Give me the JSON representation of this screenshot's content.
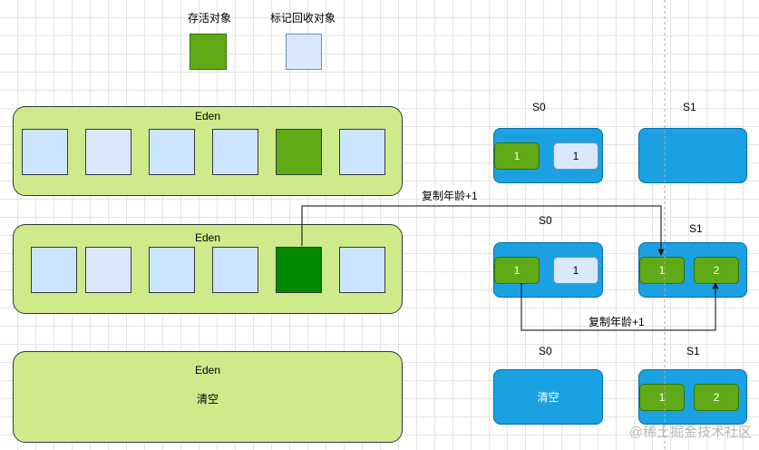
{
  "legend": {
    "live_label": "存活对象",
    "marked_label": "标记回收对象"
  },
  "rows": [
    {
      "eden_label": "Eden",
      "s0_label": "S0",
      "s1_label": "S1",
      "s0_chips": [
        "1",
        "1"
      ]
    },
    {
      "eden_label": "Eden",
      "s0_label": "S0",
      "s1_label": "S1",
      "s0_chips": [
        "1",
        "1"
      ],
      "s1_chips": [
        "1",
        "2"
      ]
    },
    {
      "eden_label": "Eden",
      "eden_status": "清空",
      "s0_label": "S0",
      "s0_status": "清空",
      "s1_label": "S1",
      "s1_chips": [
        "1",
        "2"
      ]
    }
  ],
  "arrows": {
    "copy_age_1": "复制年龄+1",
    "copy_age_2": "复制年龄+1"
  },
  "watermark": "@稀土掘金技术社区",
  "colors": {
    "eden_bg": "#cdeb8b",
    "live_green": "#60a917",
    "copied_green": "#008a00",
    "marked_blue": "#dae8fc",
    "survivor_blue": "#1ba1e2"
  }
}
